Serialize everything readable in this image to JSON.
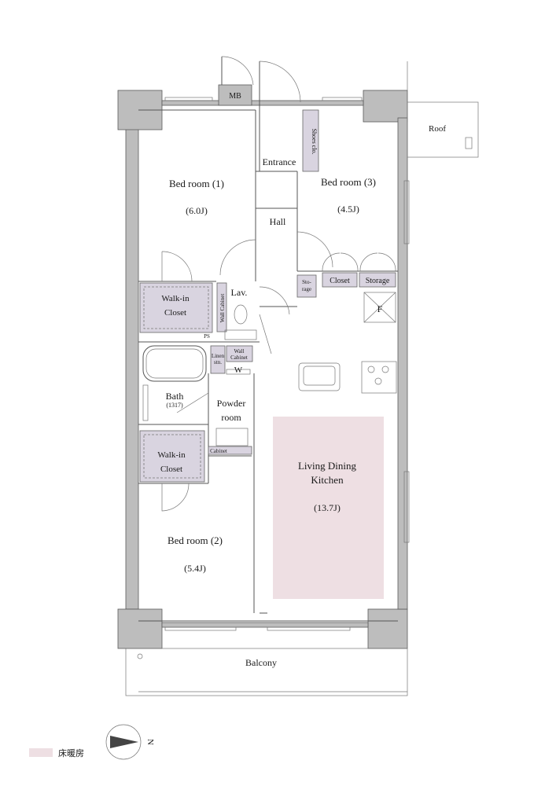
{
  "rooms": {
    "mb": "MB",
    "roof": "Roof",
    "shoes": "Shoes clo.",
    "entrance": "Entrance",
    "bed1": {
      "name": "Bed room (1)",
      "size": "(6.0J)"
    },
    "bed3": {
      "name": "Bed room (3)",
      "size": "(4.5J)"
    },
    "hall": "Hall",
    "storage_small": "Sto-\nrage",
    "closet": "Closet",
    "storage": "Storage",
    "wic1": "Walk-in\nCloset",
    "lav": "Lav.",
    "wall_cabinet_v": "Wall Cabinet",
    "ps": "PS",
    "f": "F",
    "linen": "Linen\nstn.",
    "wall_cabinet": "Wall\nCabinet",
    "w": "W",
    "bath": {
      "name": "Bath",
      "size": "(1317)"
    },
    "powder": "Powder\nroom",
    "cabinet": "Cabinet",
    "wic2": "Walk-in\nCloset",
    "ldk": {
      "line1": "Living Dining",
      "line2": "Kitchen",
      "size": "(13.7J)"
    },
    "bed2": {
      "name": "Bed room (2)",
      "size": "(5.4J)"
    },
    "balcony": "Balcony"
  },
  "compass": {
    "north": "N"
  },
  "legend": {
    "label": "床暖房",
    "color": "#eedfe3"
  },
  "colors": {
    "floor_heating": "#eedfe3",
    "closet": "#d9d4e0",
    "wall": "#bdbdbd"
  }
}
